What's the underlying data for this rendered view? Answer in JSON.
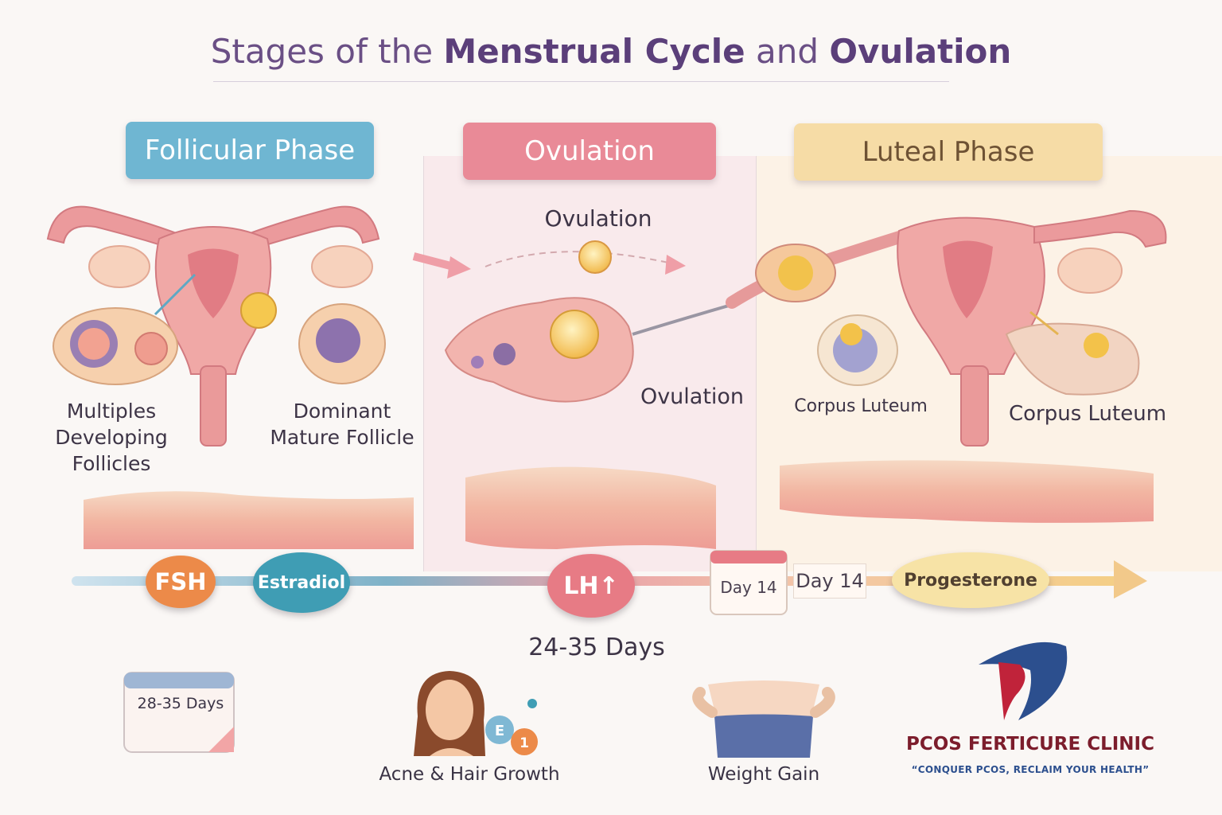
{
  "title": {
    "part1": "Stages of the ",
    "part2": "Menstrual Cycle",
    "part3": " and ",
    "part4": "Ovulation"
  },
  "phases": {
    "follicular": "Follicular Phase",
    "ovulation": "Ovulation",
    "luteal": "Luteal Phase"
  },
  "labels": {
    "multiple_follicles": "Multiples Developing Follicles",
    "dominant_follicle": "Dominant Mature Follicle",
    "ovulation_top": "Ovulation",
    "ovulation_mid": "Ovulation",
    "corpus_luteum_1": "Corpus Luteum",
    "corpus_luteum_2": "Corpus Luteum"
  },
  "hormones": {
    "fsh": "FSH",
    "estradiol": "Estradiol",
    "lh": "LH↑",
    "progesterone": "Progesterone"
  },
  "day_calendar": "Day 14",
  "day_box": "Day 14",
  "cycle_range": "24-35 Days",
  "bottom": {
    "calendar_text": "28-35 Days",
    "acne": "Acne & Hair Growth",
    "acne_badge_e": "E",
    "acne_badge_num": "1",
    "weight": "Weight Gain"
  },
  "clinic": {
    "name": "PCOS FERTICURE CLINIC",
    "tagline": "“CONQUER PCOS, RECLAIM YOUR HEALTH”"
  },
  "colors": {
    "follicular": "#6fb6d2",
    "ovulation": "#e98a97",
    "luteal": "#f6dca6",
    "title": "#5b3f7a",
    "fsh": "#ec8a49",
    "estradiol": "#3f9db4",
    "lh": "#e77b85",
    "progesterone": "#f7e3a6",
    "uterus": "#eaa0a0",
    "clinic_red": "#c0233a",
    "clinic_blue": "#2c4f8e"
  }
}
